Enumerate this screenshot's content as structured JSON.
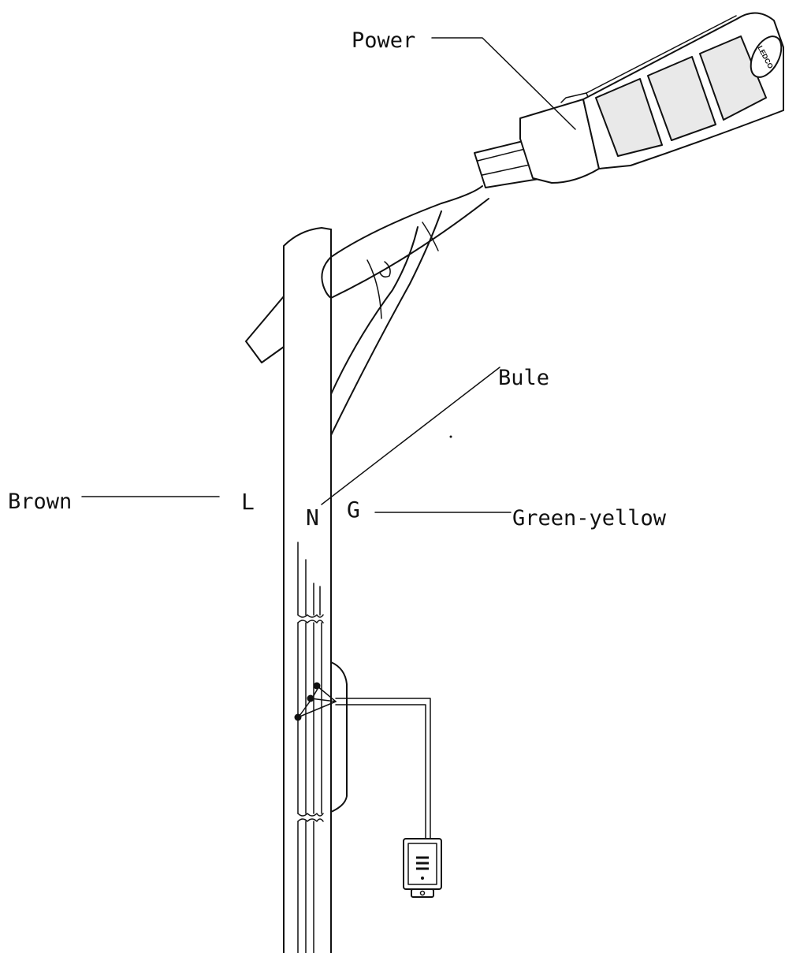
{
  "labels": {
    "power": "Power",
    "bule": "Bule",
    "brown": "Brown",
    "green_yellow": "Green-yellow",
    "terminal_l": "L",
    "terminal_n": "N",
    "terminal_g": "G"
  },
  "logo_text": "LEDCO",
  "colors": {
    "ink": "#111111",
    "background": "#ffffff",
    "panel": "#e9e9e9"
  }
}
